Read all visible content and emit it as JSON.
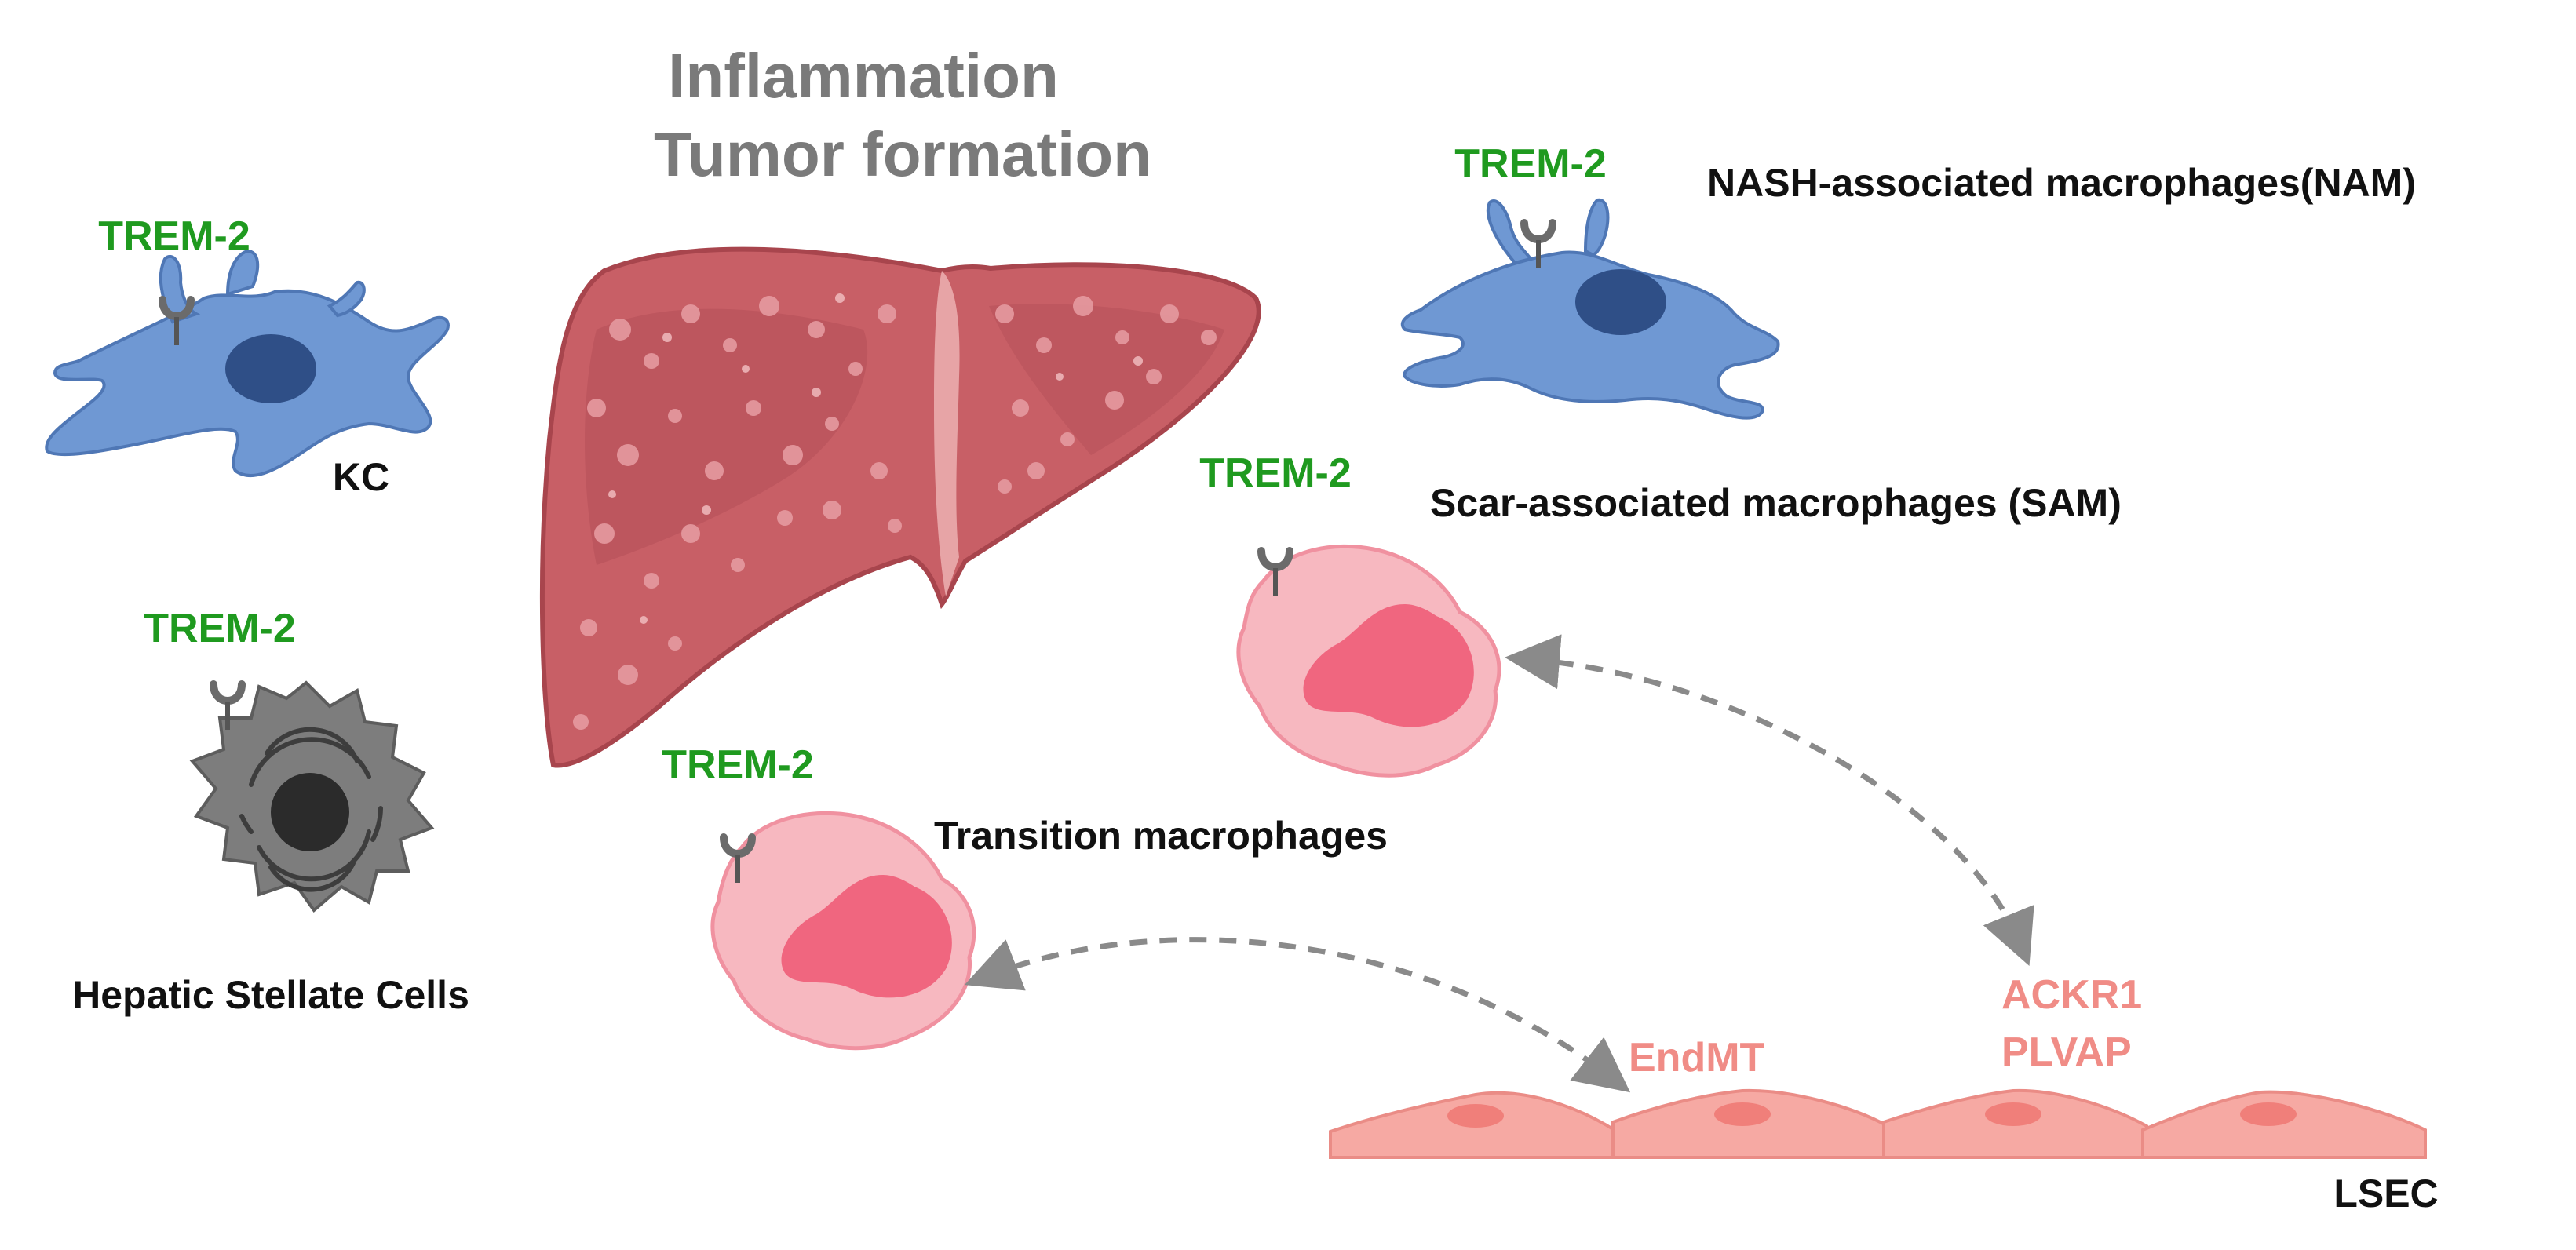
{
  "title": {
    "line1": "Inflammation",
    "line2": "Tumor formation"
  },
  "labels": {
    "kc": "KC",
    "hsc": "Hepatic Stellate Cells",
    "nam": "NASH-associated macrophages(NAM)",
    "sam": "Scar-associated macrophages (SAM)",
    "transition": "Transition macrophages",
    "lsec": "LSEC",
    "endmt": "EndMT",
    "ackr1": "ACKR1",
    "plvap": "PLVAP"
  },
  "receptor_label": "TREM-2",
  "colors": {
    "receptor_text": "#1f9a1f",
    "title_text": "#7a7a7a",
    "marker_text": "#f08c86",
    "macrophage_blue": "#6f98d3",
    "nucleus_blue": "#2f4f87",
    "stellate_gray": "#7d7d7d",
    "pink_cell": "#f7b8c0",
    "pink_nucleus": "#f0667f",
    "endothelial": "#f6a9a3",
    "liver": "#c85f66",
    "arrow": "#8a8a8a"
  },
  "icons": [
    "liver-organ",
    "kupffer-cell",
    "stellate-cell",
    "macrophage-cell",
    "endothelial-cell",
    "trem2-receptor"
  ]
}
